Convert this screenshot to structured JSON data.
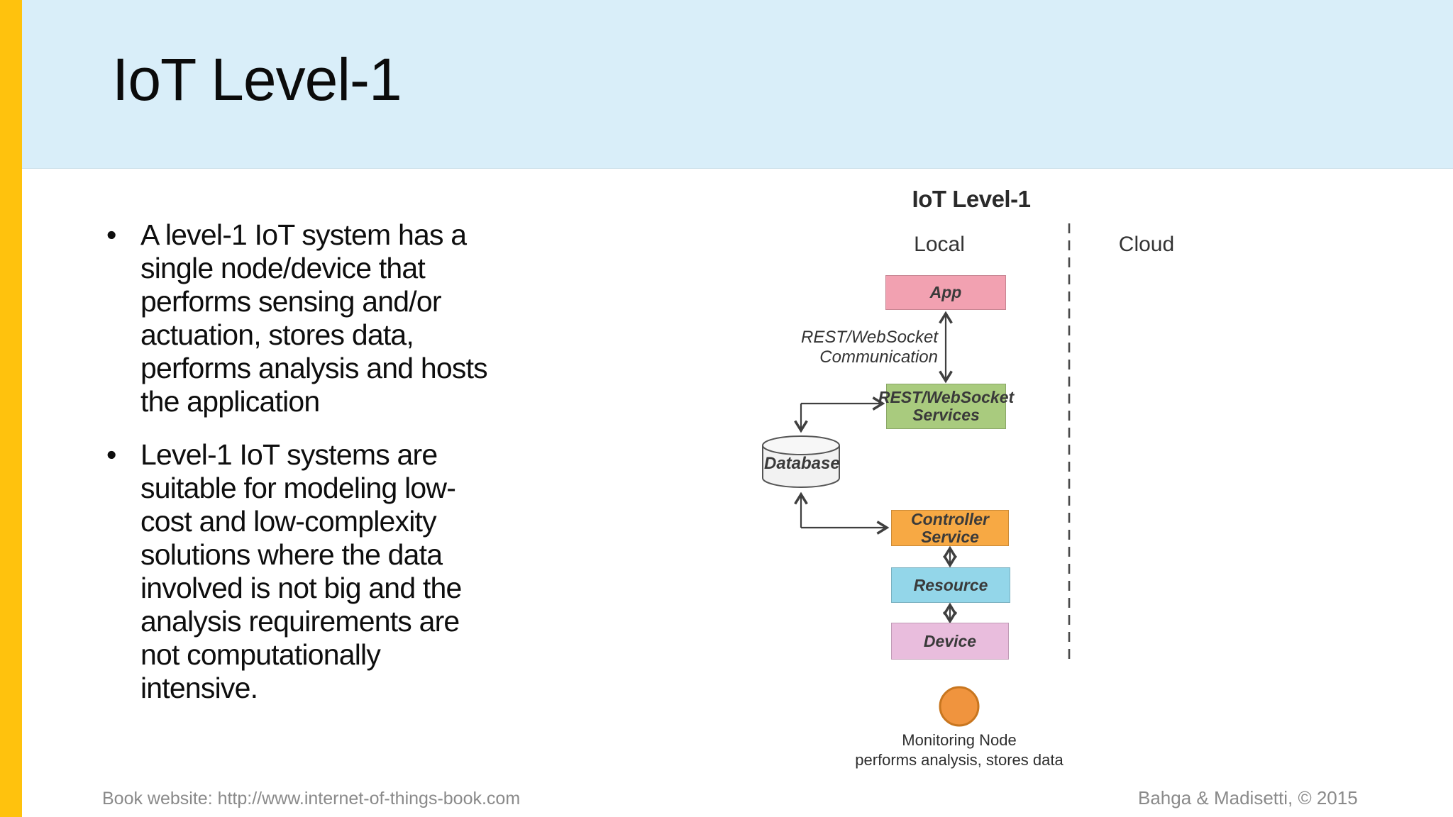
{
  "slide": {
    "title": "IoT Level-1",
    "accent_bar_color": "#FFC20D",
    "header_bg": "#D9EEF9"
  },
  "body": {
    "bullet_glyph": "•",
    "bullets": [
      {
        "lines": [
          "A level-1 IoT system has a",
          "single node/device that",
          "performs sensing and/or",
          "actuation, stores data,",
          "performs analysis and hosts",
          "the application"
        ]
      },
      {
        "lines": [
          "Level-1 IoT systems are",
          "suitable for modeling low-",
          "cost and low-complexity",
          "solutions where the data",
          "involved is not big and the",
          "analysis requirements are",
          "not computationally",
          "intensive."
        ]
      }
    ]
  },
  "diagram": {
    "title": "IoT Level-1",
    "zones": {
      "local": "Local",
      "cloud": "Cloud"
    },
    "nodes": {
      "app": {
        "label": "App",
        "color": "#F2A1B1"
      },
      "rest_ws_services": {
        "label": [
          "REST/WebSocket",
          "Services"
        ],
        "color": "#A9CB7E"
      },
      "database": {
        "label": "Database",
        "color": "#F2F2F2"
      },
      "controller_service": {
        "label": "Controller Service",
        "color": "#F7A944"
      },
      "resource": {
        "label": "Resource",
        "color": "#93D6E9"
      },
      "device": {
        "label": "Device",
        "color": "#E9BDDD"
      },
      "monitoring_node": {
        "color": "#F0943E"
      }
    },
    "labels": {
      "communication": [
        "REST/WebSocket",
        "Communication"
      ],
      "monitoring_caption": [
        "Monitoring Node",
        "performs analysis, stores data"
      ]
    }
  },
  "footer": {
    "left": "Book website: http://www.internet-of-things-book.com",
    "right": "Bahga & Madisetti, © 2015"
  }
}
